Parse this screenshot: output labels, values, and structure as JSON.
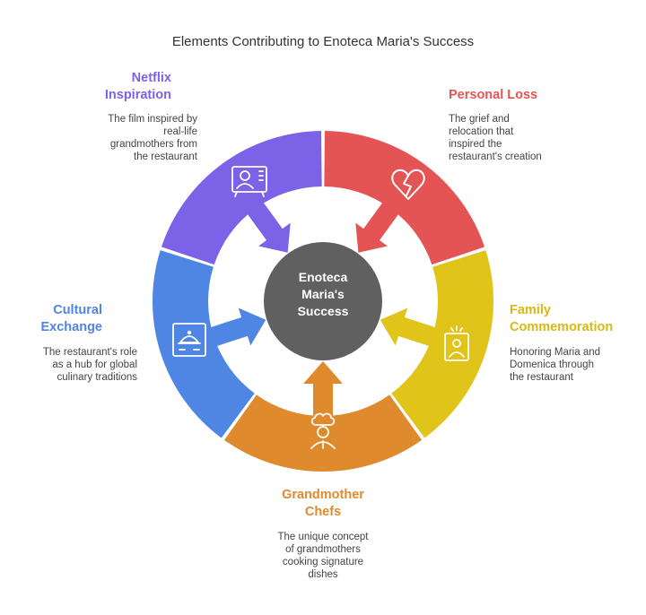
{
  "title": "Elements Contributing to Enoteca Maria's Success",
  "center": {
    "line1": "Enoteca",
    "line2": "Maria's",
    "line3": "Success",
    "color": "#606060"
  },
  "segments": [
    {
      "id": "netflix",
      "title1": "Netflix",
      "title2": "Inspiration",
      "desc": [
        "The film inspired by",
        "real-life",
        "grandmothers from",
        "the restaurant"
      ],
      "color": "#7B62E6",
      "icon": "tv-icon"
    },
    {
      "id": "loss",
      "title1": "Personal Loss",
      "title2": "",
      "desc": [
        "The grief and",
        "relocation that",
        "inspired the",
        "restaurant's creation"
      ],
      "color": "#E55454",
      "icon": "broken-heart-icon"
    },
    {
      "id": "family",
      "title1": "Family",
      "title2": "Commemoration",
      "desc": [
        "Honoring Maria and",
        "Domenica through",
        "the restaurant"
      ],
      "color": "#E0C419",
      "icon": "memorial-frame-icon"
    },
    {
      "id": "chefs",
      "title1": "Grandmother",
      "title2": "Chefs",
      "desc": [
        "The unique concept",
        "of grandmothers",
        "cooking signature",
        "dishes"
      ],
      "color": "#E08A2E",
      "icon": "chef-icon"
    },
    {
      "id": "cultural",
      "title1": "Cultural",
      "title2": "Exchange",
      "desc": [
        "The restaurant's role",
        "as a hub for global",
        "culinary traditions"
      ],
      "color": "#4F86E4",
      "icon": "cloche-icon"
    }
  ]
}
